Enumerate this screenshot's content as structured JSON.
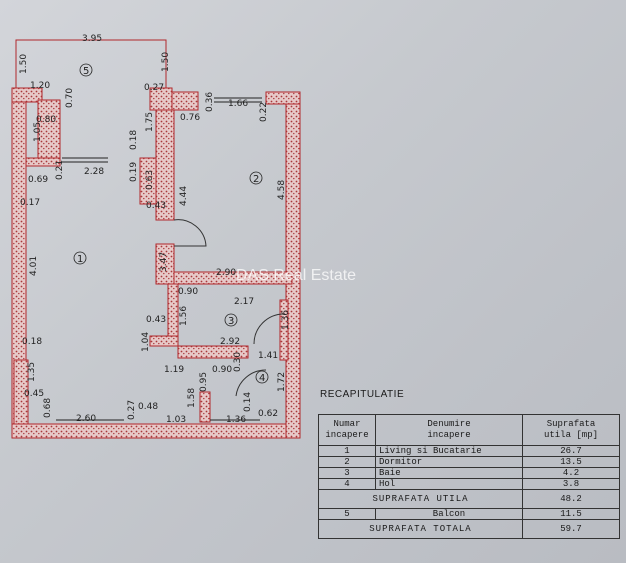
{
  "watermark": "DAS Real Estate",
  "rooms": {
    "r1": "1",
    "r2": "2",
    "r3": "3",
    "r4": "4",
    "r5": "5"
  },
  "dimensions": {
    "top_395": "3.95",
    "left_150": "1.50",
    "right_150": "1.50",
    "d120": "1.20",
    "d070": "0.70",
    "d027": "0.27",
    "d036": "0.36",
    "d166": "1.66",
    "d022": "0.22",
    "d076": "0.76",
    "d080": "0.80",
    "d105": "1.05",
    "d175": "1.75",
    "d018a": "0.18",
    "d019": "0.19",
    "d228": "2.28",
    "d063": "0.63",
    "d021": "0.21",
    "d069": "0.69",
    "d017": "0.17",
    "d043a": "0.43",
    "d444": "4.44",
    "d458": "4.58",
    "d401": "4.01",
    "d347": "3.47",
    "d290": "2.90",
    "d090a": "0.90",
    "d217": "2.17",
    "d156": "1.56",
    "d043b": "0.43",
    "d104": "1.04",
    "d136a": "1.36",
    "d292": "2.92",
    "d030": "0.30",
    "d141": "1.41",
    "d018b": "0.18",
    "d135": "1.35",
    "d119": "1.19",
    "d095": "0.95",
    "d090b": "0.90",
    "d172": "1.72",
    "d045": "0.45",
    "d068": "0.68",
    "d158": "1.58",
    "d014": "0.14",
    "d260": "2.60",
    "d027b": "0.27",
    "d048": "0.48",
    "d103": "1.03",
    "d136b": "1.36",
    "d062": "0.62"
  },
  "recap": {
    "title": "RECAPITULATIE",
    "headers": {
      "num": "Numar\nincapere",
      "name": "Denumire\nincapere",
      "area": "Suprafata\nutila [mp]"
    },
    "rows": [
      {
        "num": "1",
        "name": "Living si Bucatarie",
        "area": "26.7"
      },
      {
        "num": "2",
        "name": "Dormitor",
        "area": "13.5"
      },
      {
        "num": "3",
        "name": "Baie",
        "area": "4.2"
      },
      {
        "num": "4",
        "name": "Hol",
        "area": "3.8"
      }
    ],
    "suprafata_utila": {
      "label": "SUPRAFATA UTILA",
      "value": "48.2"
    },
    "balcon": {
      "num": "5",
      "name": "Balcon",
      "area": "11.5"
    },
    "suprafata_totala": {
      "label": "SUPRAFATA TOTALA",
      "value": "59.7"
    }
  },
  "colors": {
    "wall": "#b0272b",
    "hatch": "#c76a6c",
    "paper": "#c9ccd1"
  }
}
